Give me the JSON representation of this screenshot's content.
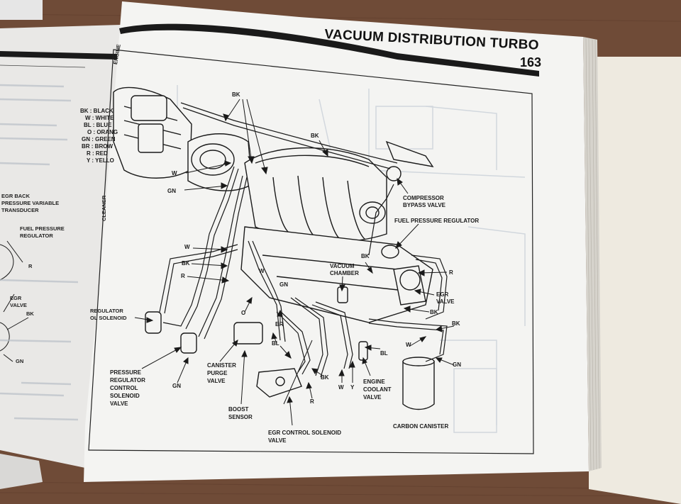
{
  "page": {
    "title": "VACUUM DISTRIBUTION TURBO",
    "number": "163",
    "header_bar_color": "#1a1a1a"
  },
  "legend": [
    "BK : BLACK",
    "W : WHITE",
    "BL : BLUE",
    "O : ORANG",
    "GN : GREEN",
    "BR : BROW",
    "R : RED",
    "Y : YELLO"
  ],
  "left_page_labels": {
    "engine": "ENGINE",
    "egr_back_pressure": [
      "EGR BACK",
      "PRESSURE VARIABLE",
      "TRANSDUCER"
    ],
    "fuel_pressure_regulator": [
      "FUEL PRESSURE",
      "REGULATOR"
    ],
    "r": "R",
    "egr_valve": [
      "EGR",
      "VALVE"
    ],
    "bk": "BK",
    "gn": "GN",
    "cleaner": "CLEANER",
    "regulator_solenoid": [
      "REGULATOR",
      "OL SOLENOID"
    ]
  },
  "labels": {
    "bk_top": "BK",
    "bk_upper": "BK",
    "w_a": "W",
    "gn_a": "GN",
    "compressor_bypass": [
      "COMPRESSOR",
      "BYPASS VALVE"
    ],
    "fuel_pressure_regulator": "FUEL PRESSURE REGULATOR",
    "w_b": "W",
    "bk_b": "BK",
    "r_b": "R",
    "vacuum_chamber": [
      "VACUUM",
      "CHAMBER"
    ],
    "bk_c": "BK",
    "r_c": "R",
    "egr_valve": [
      "EGR",
      "VALVE"
    ],
    "bk_d": "BK",
    "bk_e": "BK",
    "w_c": "W",
    "gn_c": "GN",
    "w_d": "W",
    "gn_d": "GN",
    "o": "O",
    "br": "BR",
    "bl_a": "BL",
    "bl_b": "BL",
    "pressure_regulator_control": [
      "PRESSURE",
      "REGULATOR",
      "CONTROL",
      "SOLENOID",
      "VALVE"
    ],
    "gn_e": "GN",
    "canister_purge": [
      "CANISTER",
      "PURGE",
      "VALVE"
    ],
    "boost_sensor": [
      "BOOST",
      "SENSOR"
    ],
    "bk_f": "BK",
    "r_f": "R",
    "w_f": "W",
    "y_f": "Y",
    "engine_coolant": [
      "ENGINE",
      "COOLANT",
      "VALVE"
    ],
    "carbon_canister": "CARBON CANISTER",
    "egr_control_solenoid": [
      "EGR CONTROL SOLENOID",
      "VALVE"
    ]
  }
}
